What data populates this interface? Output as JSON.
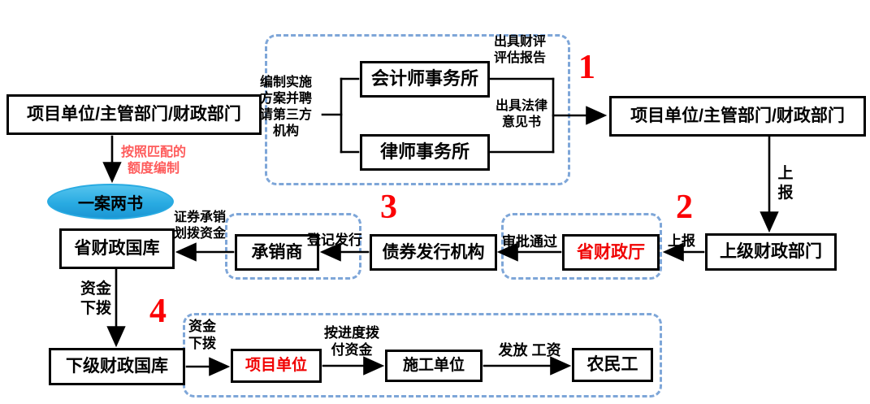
{
  "nodes": {
    "project_dept_left": "项目单位/主管部门/财政部门",
    "accounting_firm": "会计师事务所",
    "law_firm": "律师事务所",
    "project_dept_right": "项目单位/主管部门/财政部门",
    "upper_finance_dept": "上级财政部门",
    "provincial_finance_dept": "省财政厅",
    "bond_issuing_agency": "债券发行机构",
    "underwriter": "承销商",
    "provincial_treasury": "省财政国库",
    "lower_treasury": "下级财政国库",
    "project_unit": "项目单位",
    "construction_unit": "施工单位",
    "migrant_workers": "农民工",
    "one_plan_two_documents": "一案两书"
  },
  "labels": {
    "compile_plan": "编制实施方案并聘请第三方机构",
    "financial_report": "出具财评评估报告",
    "legal_opinion": "出具法律意见书",
    "quota_note": "按照匹配的额度编制",
    "report_vertical": "上报",
    "report_horizontal": "上报",
    "approval": "审批通过",
    "register_issue": "登记发行",
    "underwrite_funds": "证券承销划拨资金",
    "funds_down_left": "资金下拨",
    "funds_down_bottom": "资金下拨",
    "progress_payment": "按进度拨付资金",
    "pay_wages": "发放 工资"
  },
  "step_numbers": [
    "1",
    "2",
    "3",
    "4"
  ],
  "colors": {
    "box_border": "#000000",
    "dashed_border": "#7ea6d8",
    "step_number_red": "#fb0205",
    "red_node_text": "#f00000",
    "quota_note_red": "#fe5b5b",
    "ellipse_fill": "#29abe2",
    "background": "#ffffff"
  }
}
